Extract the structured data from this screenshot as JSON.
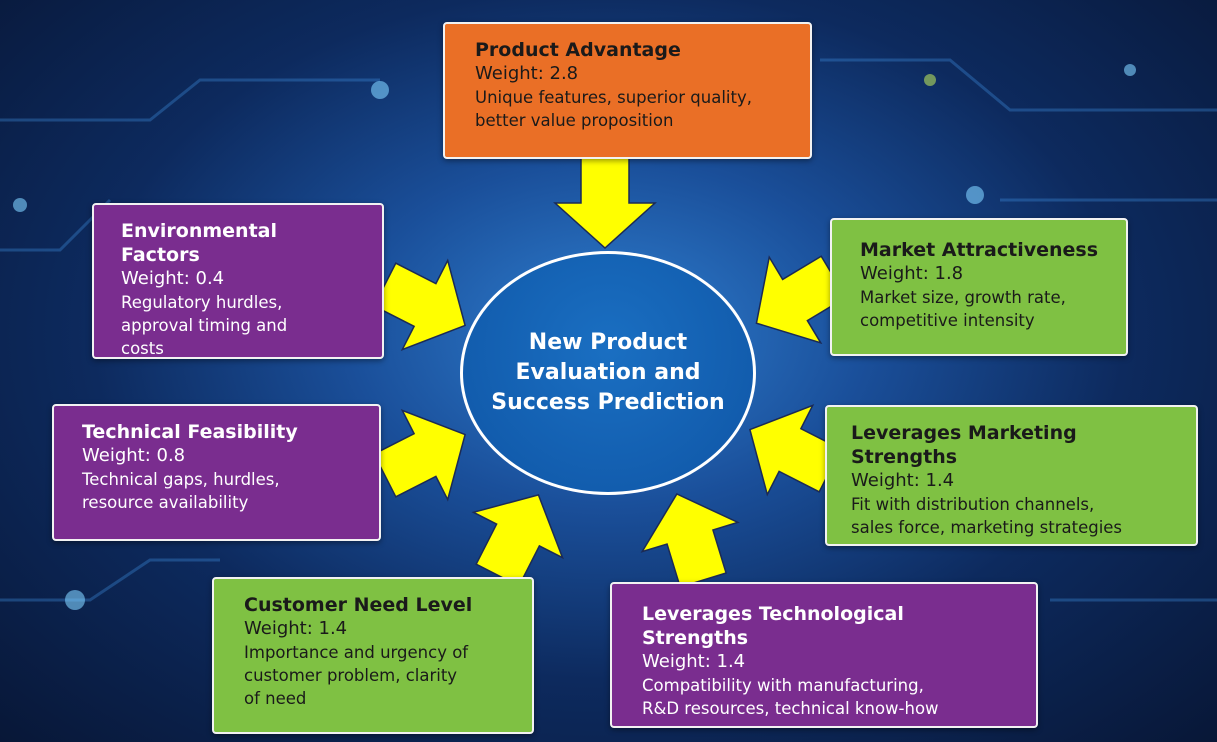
{
  "center": {
    "line1": "New Product",
    "line2": "Evaluation and",
    "line3": "Success Prediction"
  },
  "factors": [
    {
      "title": "Product Advantage",
      "weight": "Weight: 2.8",
      "desc1": "Unique features, superior quality,",
      "desc2": "better value proposition",
      "desc3": ""
    },
    {
      "title": "Environmental Factors",
      "weight": "Weight: 0.4",
      "desc1": "Regulatory hurdles,",
      "desc2": "approval timing and",
      "desc3": "costs"
    },
    {
      "title": "Market Attractiveness",
      "weight": "Weight: 1.8",
      "desc1": "Market size, growth rate,",
      "desc2": "competitive intensity",
      "desc3": ""
    },
    {
      "title": "Technical Feasibility",
      "weight": "Weight: 0.8",
      "desc1": "Technical gaps, hurdles,",
      "desc2": "resource availability",
      "desc3": ""
    },
    {
      "title": "Leverages Marketing Strengths",
      "weight": "Weight: 1.4",
      "desc1": "Fit with distribution channels,",
      "desc2": "sales force, marketing strategies",
      "desc3": ""
    },
    {
      "title": "Customer Need Level",
      "weight": "Weight: 1.4",
      "desc1": "Importance and urgency of",
      "desc2": "customer problem, clarity",
      "desc3": "of need"
    },
    {
      "title": "Leverages Technological Strengths",
      "weight": "Weight: 1.4",
      "desc1": "Compatibility with manufacturing,",
      "desc2": "R&D resources, technical know-how",
      "desc3": ""
    }
  ],
  "colors": {
    "orange": "#ea6f26",
    "purple": "#7a2d8f",
    "green": "#7fc143",
    "center": "#0f55a5",
    "arrow": "#ffff00"
  }
}
